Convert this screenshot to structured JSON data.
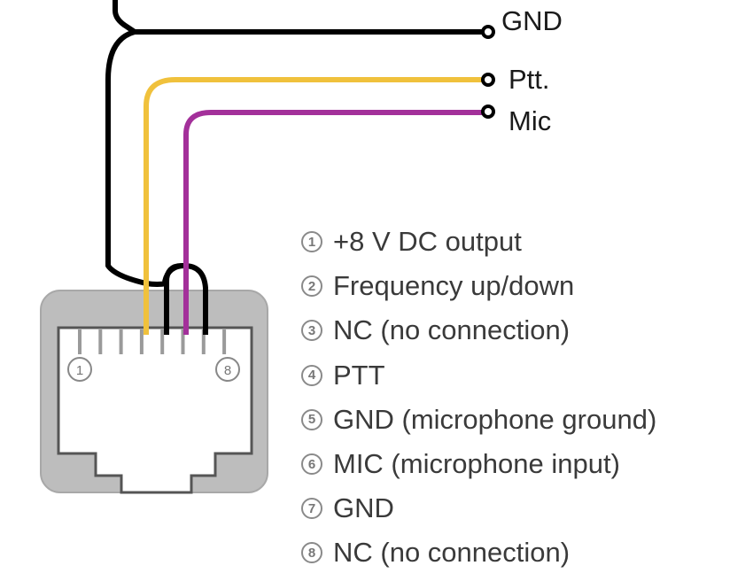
{
  "title": "Microphone connector pinout",
  "colors": {
    "gnd_wire": "#000000",
    "ptt_wire": "#f0c13c",
    "mic_wire": "#a3309a",
    "connector_body": "#bdbdbd",
    "connector_outline": "#555555",
    "text": "#3a3a3a"
  },
  "terminals": [
    {
      "id": "gnd",
      "label": "GND",
      "wire": "gnd_wire"
    },
    {
      "id": "ptt",
      "label": "Ptt.",
      "wire": "ptt_wire"
    },
    {
      "id": "mic",
      "label": "Mic",
      "wire": "mic_wire"
    }
  ],
  "connector": {
    "pin_count": 8,
    "first_pin_marker": "1",
    "last_pin_marker": "8"
  },
  "pins": [
    {
      "num": "1",
      "label": "+8 V DC output"
    },
    {
      "num": "2",
      "label": "Frequency up/down"
    },
    {
      "num": "3",
      "label": "NC (no connection)"
    },
    {
      "num": "4",
      "label": "PTT"
    },
    {
      "num": "5",
      "label": "GND (microphone ground)"
    },
    {
      "num": "6",
      "label": "MIC (microphone input)"
    },
    {
      "num": "7",
      "label": "GND"
    },
    {
      "num": "8",
      "label": "NC (no connection)"
    }
  ]
}
